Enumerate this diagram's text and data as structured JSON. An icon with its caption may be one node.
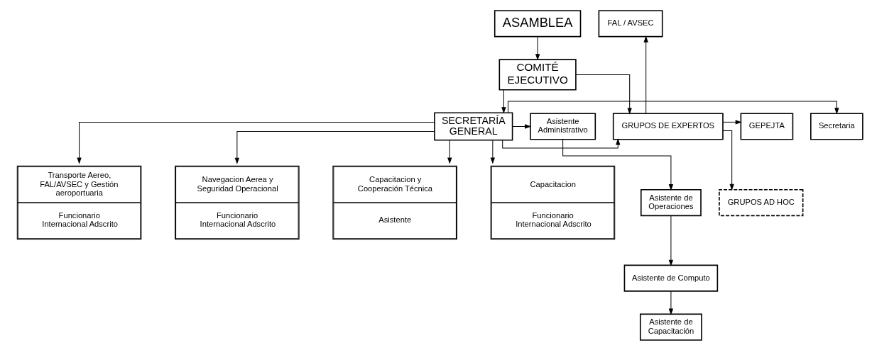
{
  "diagram": {
    "nodes": [
      {
        "text": [
          "ASAMBLEA"
        ]
      },
      {
        "text": [
          "COMITÉ EJECUTIVO"
        ]
      },
      {
        "text": [
          "SECRETARÍA GENERAL"
        ]
      },
      {
        "text": [
          "GEPEJTA"
        ]
      },
      {
        "text": [
          "FAL / AVSEC"
        ]
      },
      {
        "text": [
          "GRUPOS DE EXPERTOS"
        ]
      },
      {
        "text": [
          "GRUPOS AD HOC"
        ]
      },
      {
        "text": [
          "Secretaria"
        ]
      },
      {
        "text": [
          "Asistente Administrativo"
        ]
      },
      {
        "text": [
          "Asistente de Operaciones"
        ]
      },
      {
        "text": [
          "Asistente de Computo"
        ]
      },
      {
        "text": [
          "Asistente de Capacitación"
        ]
      },
      {
        "text": [
          "Capacitacion y Cooperación Técnica",
          "Asistente"
        ]
      },
      {
        "text": [
          "Capacitacion",
          "Funcionario Internacional Adscrito"
        ]
      },
      {
        "text": [
          "Transporte Aereo, FAL/AVSEC y Gestión aeroportuaria",
          "Funcionario Internacional Adscrito"
        ]
      },
      {
        "text": [
          "Navegacion Aerea y Seguridad Operacional",
          "Funcionario Internacional Adscrito"
        ]
      }
    ],
    "edges": [
      {
        "from": 0,
        "to": 1,
        "arrow": "to"
      },
      {
        "from": 1,
        "to": 2,
        "arrow": "to"
      },
      {
        "from": 1,
        "to": 5,
        "arrow": "to"
      },
      {
        "from": 2,
        "to": 5,
        "arrow": "to"
      },
      {
        "from": 5,
        "to": 3,
        "arrow": "to"
      },
      {
        "from": 5,
        "to": 4,
        "arrow": "to"
      },
      {
        "from": 5,
        "to": 6,
        "arrow": "to"
      },
      {
        "from": 2,
        "to": 7,
        "arrow": "to"
      },
      {
        "from": 2,
        "to": 8,
        "arrow": "to"
      },
      {
        "from": 8,
        "to": 9,
        "arrow": "to"
      },
      {
        "from": 9,
        "to": 10,
        "arrow": "to"
      },
      {
        "from": 10,
        "to": 11,
        "arrow": "to"
      },
      {
        "from": 2,
        "to": 12,
        "arrow": "to"
      },
      {
        "from": 2,
        "to": 13,
        "arrow": "to"
      },
      {
        "from": 2,
        "to": 14,
        "arrow": "to"
      },
      {
        "from": 2,
        "to": 15,
        "arrow": "to"
      }
    ]
  }
}
